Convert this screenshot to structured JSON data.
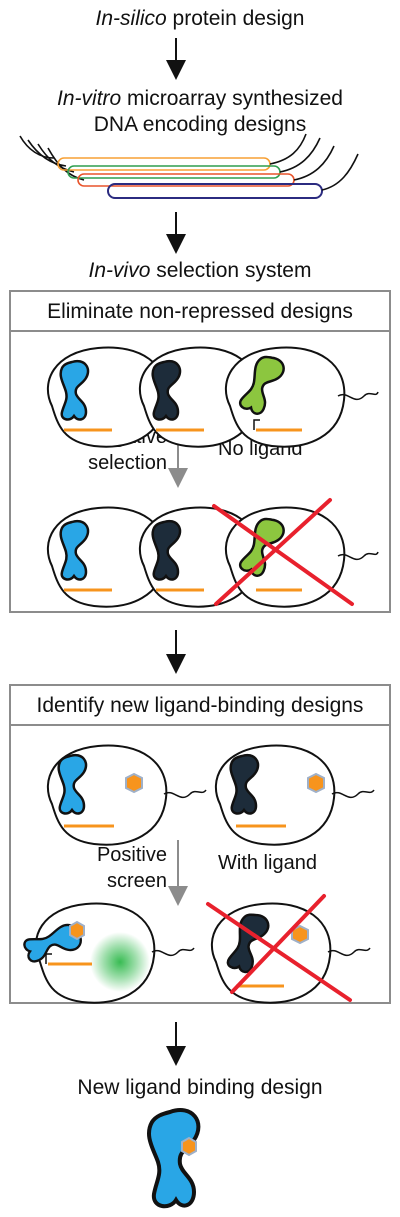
{
  "steps": {
    "insilico": {
      "emph": "In-silico",
      "rest": " protein design"
    },
    "invitro": {
      "emph": "In-vitro",
      "rest": " microarray synthesized",
      "line2": "DNA encoding designs"
    },
    "invivo": {
      "emph": "In-vivo",
      "rest": " selection system"
    },
    "final": "New ligand binding design"
  },
  "panel1": {
    "title": "Eliminate non-repressed designs",
    "left_label": [
      "Negative",
      "selection"
    ],
    "right_label": "No ligand"
  },
  "panel2": {
    "title": "Identify new ligand-binding designs",
    "left_label": [
      "Positive",
      "screen"
    ],
    "right_label": "With ligand"
  },
  "colors": {
    "blue_protein": "#29a6e6",
    "dark_protein": "#1d2c3a",
    "green_protein": "#8cc63f",
    "dna": "#f7941d",
    "reject_x": "#e8212d",
    "box_border": "#8c8c8c",
    "gfp": "#2eb84a",
    "strand_colors": [
      "#f7a035",
      "#2e9e4f",
      "#e8542b",
      "#2b2b80"
    ]
  }
}
